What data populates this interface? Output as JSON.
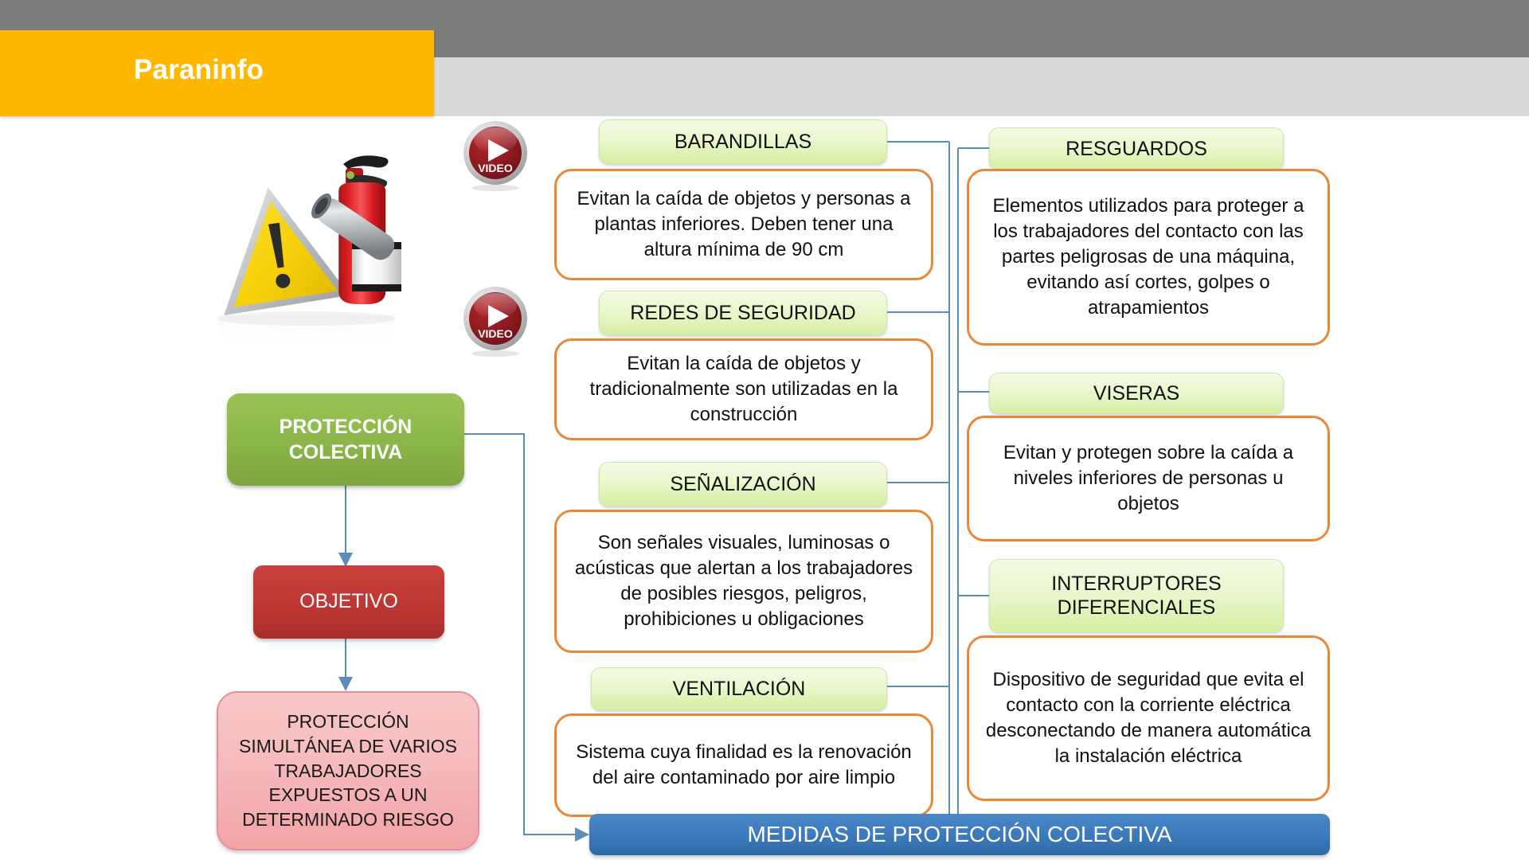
{
  "header": {
    "brand": "Paraninfo",
    "band_dark_color": "#7c7c7c",
    "band_light_color": "#d9d9d9",
    "brand_bg_color": "#ffb800"
  },
  "illustration": {
    "name": "warning-triangle-and-fire-extinguisher"
  },
  "video_buttons": [
    {
      "label": "VIDEO"
    },
    {
      "label": "VIDEO"
    }
  ],
  "flow": {
    "root": "PROTECCIÓN\nCOLECTIVA",
    "root_line1": "PROTECCIÓN",
    "root_line2": "COLECTIVA",
    "objective_label": "OBJETIVO",
    "objective_text": "PROTECCIÓN SIMULTÁNEA DE VARIOS TRABAJADORES EXPUESTOS A UN DETERMINADO RIESGO"
  },
  "banner": {
    "label": "MEDIDAS DE PROTECCIÓN COLECTIVA",
    "color": "#3e7cbe"
  },
  "topics_center": [
    {
      "title": "BARANDILLAS",
      "body": "Evitan la caída de objetos y personas a plantas inferiores. Deben tener una altura mínima de 90 cm"
    },
    {
      "title": "REDES DE SEGURIDAD",
      "body": "Evitan la caída de objetos y tradicionalmente son utilizadas en la construcción"
    },
    {
      "title": "SEÑALIZACIÓN",
      "body": "Son señales visuales, luminosas o acústicas que alertan a los trabajadores de posibles riesgos, peligros, prohibiciones u obligaciones"
    },
    {
      "title": "VENTILACIÓN",
      "body": "Sistema cuya finalidad es la renovación del aire contaminado por aire limpio"
    }
  ],
  "topics_right": [
    {
      "title": "RESGUARDOS",
      "body": "Elementos utilizados para proteger a los trabajadores del contacto con las partes peligrosas de una máquina, evitando así cortes, golpes o atrapamientos"
    },
    {
      "title": "VISERAS",
      "body": "Evitan y protegen sobre la caída a niveles inferiores de personas u objetos"
    },
    {
      "title": "INTERRUPTORES DIFERENCIALES",
      "title_line1": "INTERRUPTORES",
      "title_line2": "DIFERENCIALES",
      "body": "Dispositivo de seguridad que evita el contacto con la corriente eléctrica desconectando de manera automática la instalación eléctrica"
    }
  ],
  "colors": {
    "green_node": "#8db94c",
    "red_node": "#bf3733",
    "pink_node": "#f6b9bb",
    "topic_head_green": "#d6efa4",
    "topic_body_border": "#e8883a",
    "connector_blue": "#5b8db8"
  }
}
